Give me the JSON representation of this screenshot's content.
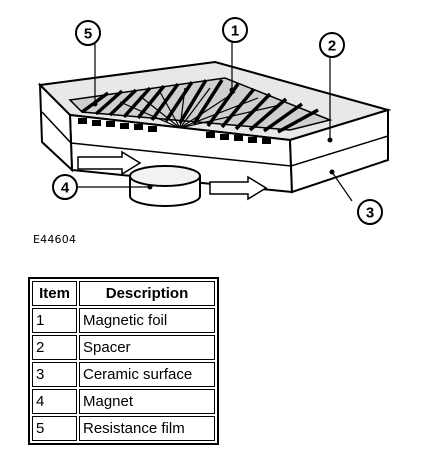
{
  "figure_code": "E44604",
  "callouts": [
    "1",
    "2",
    "3",
    "4",
    "5"
  ],
  "table": {
    "headers": [
      "Item",
      "Description"
    ],
    "rows": [
      {
        "item": "1",
        "description": "Magnetic foil"
      },
      {
        "item": "2",
        "description": "Spacer"
      },
      {
        "item": "3",
        "description": "Ceramic surface"
      },
      {
        "item": "4",
        "description": "Magnet"
      },
      {
        "item": "5",
        "description": "Resistance film"
      }
    ]
  }
}
